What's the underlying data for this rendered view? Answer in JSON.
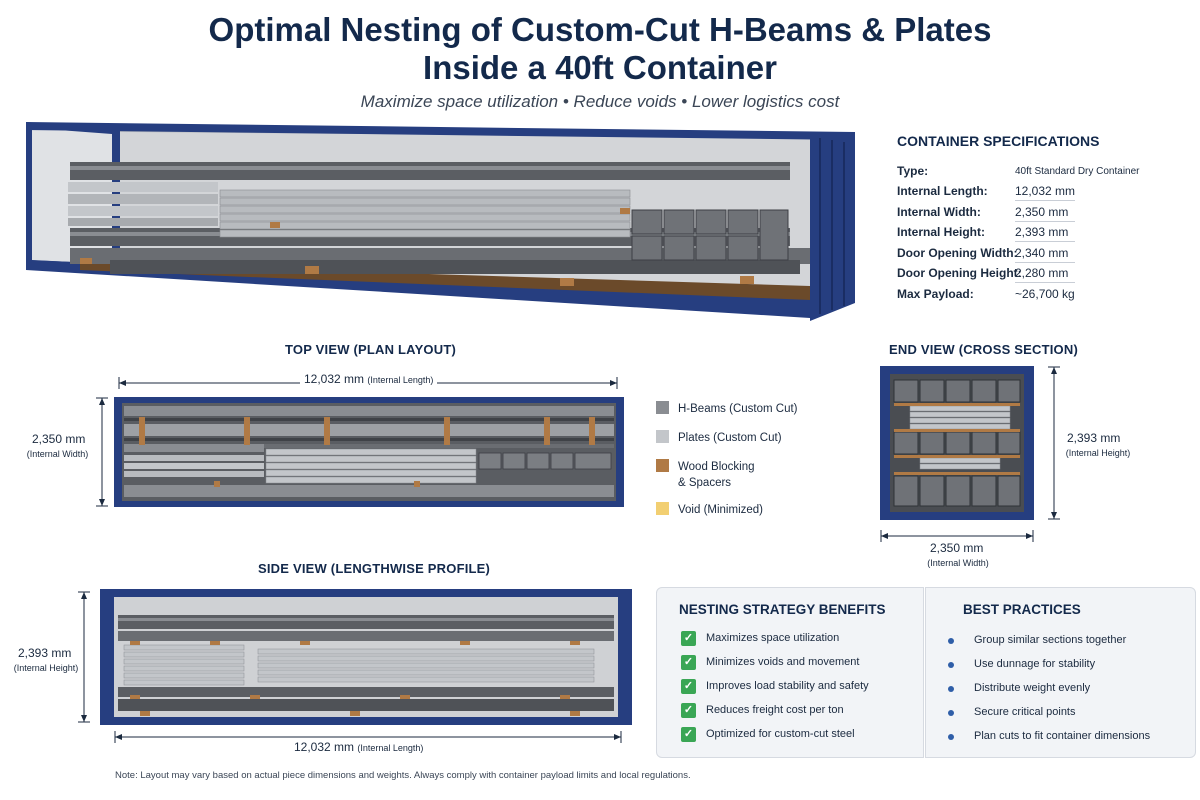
{
  "title": {
    "line1": "Optimal Nesting of Custom-Cut H-Beams & Plates",
    "line2": "Inside a 40ft Container"
  },
  "subtitle": "Maximize space utilization • Reduce voids • Lower logistics cost",
  "specs": {
    "title": "CONTAINER SPECIFICATIONS",
    "rows": [
      {
        "label": "Type:",
        "value": "40ft Standard Dry Container"
      },
      {
        "label": "Internal Length:",
        "value": "12,032 mm"
      },
      {
        "label": "Internal Width:",
        "value": "2,350 mm"
      },
      {
        "label": "Internal Height:",
        "value": "2,393 mm"
      },
      {
        "label": "Door Opening Width:",
        "value": "2,340 mm"
      },
      {
        "label": "Door Opening Height:",
        "value": "2,280 mm"
      },
      {
        "label": "Max Payload:",
        "value": "~26,700 kg"
      }
    ]
  },
  "top_view": {
    "title": "TOP VIEW (PLAN LAYOUT)",
    "length_value": "12,032 mm",
    "length_note": "(Internal Length)",
    "width_value": "2,350 mm",
    "width_note": "(Internal Width)"
  },
  "end_view": {
    "title": "END VIEW (CROSS SECTION)",
    "height_value": "2,393 mm",
    "height_note": "(Internal Height)",
    "width_value": "2,350 mm",
    "width_note": "(Internal Width)"
  },
  "side_view": {
    "title": "SIDE VIEW (LENGTHWISE PROFILE)",
    "height_value": "2,393 mm",
    "height_note": "(Internal Height)",
    "length_value": "12,032 mm",
    "length_note": "(Internal Length)"
  },
  "legend": [
    {
      "label": "H-Beams (Custom Cut)",
      "color": "#8a8d92"
    },
    {
      "label": "Plates (Custom Cut)",
      "color": "#c3c6ca"
    },
    {
      "label": "Wood Blocking",
      "label2": "& Spacers",
      "color": "#b07a45"
    },
    {
      "label": "Void (Minimized)",
      "color": "#f2cf72"
    }
  ],
  "benefits": {
    "title": "NESTING STRATEGY BENEFITS",
    "items": [
      "Maximizes space utilization",
      "Minimizes voids and movement",
      "Improves load stability and safety",
      "Reduces freight cost per ton",
      "Optimized for custom-cut steel"
    ]
  },
  "practices": {
    "title": "BEST PRACTICES",
    "items": [
      "Group similar sections together",
      "Use dunnage for stability",
      "Distribute weight evenly",
      "Secure critical points",
      "Plan cuts to fit container dimensions"
    ]
  },
  "note": "Note: Layout may vary based on actual piece dimensions and weights. Always comply with container payload limits and local regulations.",
  "colors": {
    "container_blue": "#263e80",
    "container_dark": "#1a2d63",
    "steel_dark": "#4f5257",
    "steel_mid": "#8a8d92",
    "plate_light": "#c3c6ca",
    "wood": "#b07a45",
    "check_green": "#3aa655"
  }
}
